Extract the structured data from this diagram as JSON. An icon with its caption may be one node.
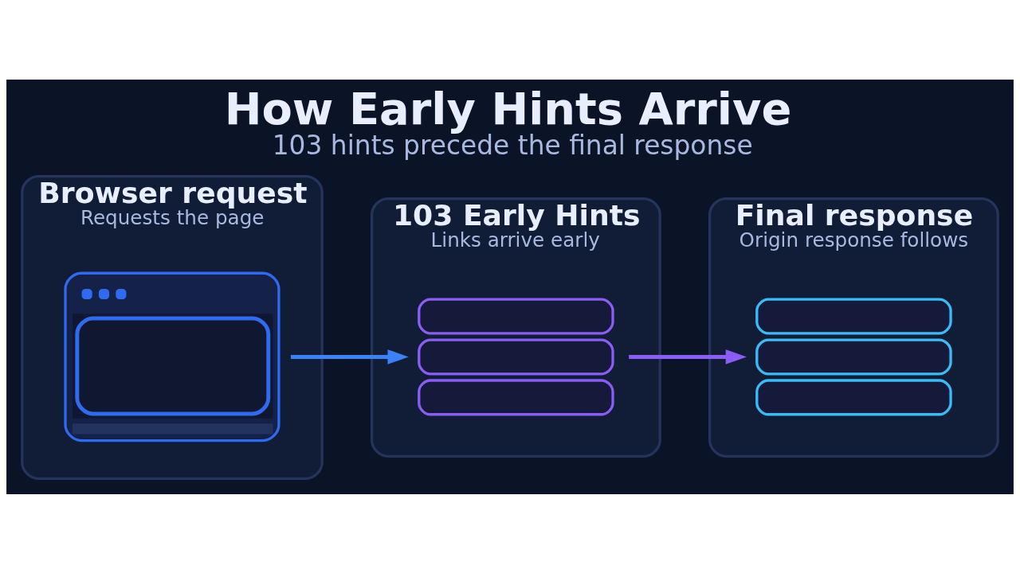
{
  "diagram": {
    "title": "How Early Hints Arrive",
    "caption": "103 hints precede the final response",
    "nodes": [
      {
        "text": [
          "Browser request",
          "Requests the page"
        ]
      },
      {
        "text": [],
        "shape": "browser",
        "in": 0
      },
      {
        "text": [
          "103 Early Hints",
          "Links arrive early"
        ]
      },
      {
        "text": [],
        "shape": "server",
        "in": 2
      },
      {
        "text": [
          "Final response",
          "Origin response follows"
        ]
      },
      {
        "text": [],
        "shape": "server",
        "in": 4
      }
    ],
    "edges": [
      {
        "from": 1,
        "to": 3,
        "arrow": "to",
        "color": "#3b82f6"
      },
      {
        "from": 3,
        "to": 5,
        "arrow": "to",
        "color": "#8b5cf6"
      }
    ]
  }
}
